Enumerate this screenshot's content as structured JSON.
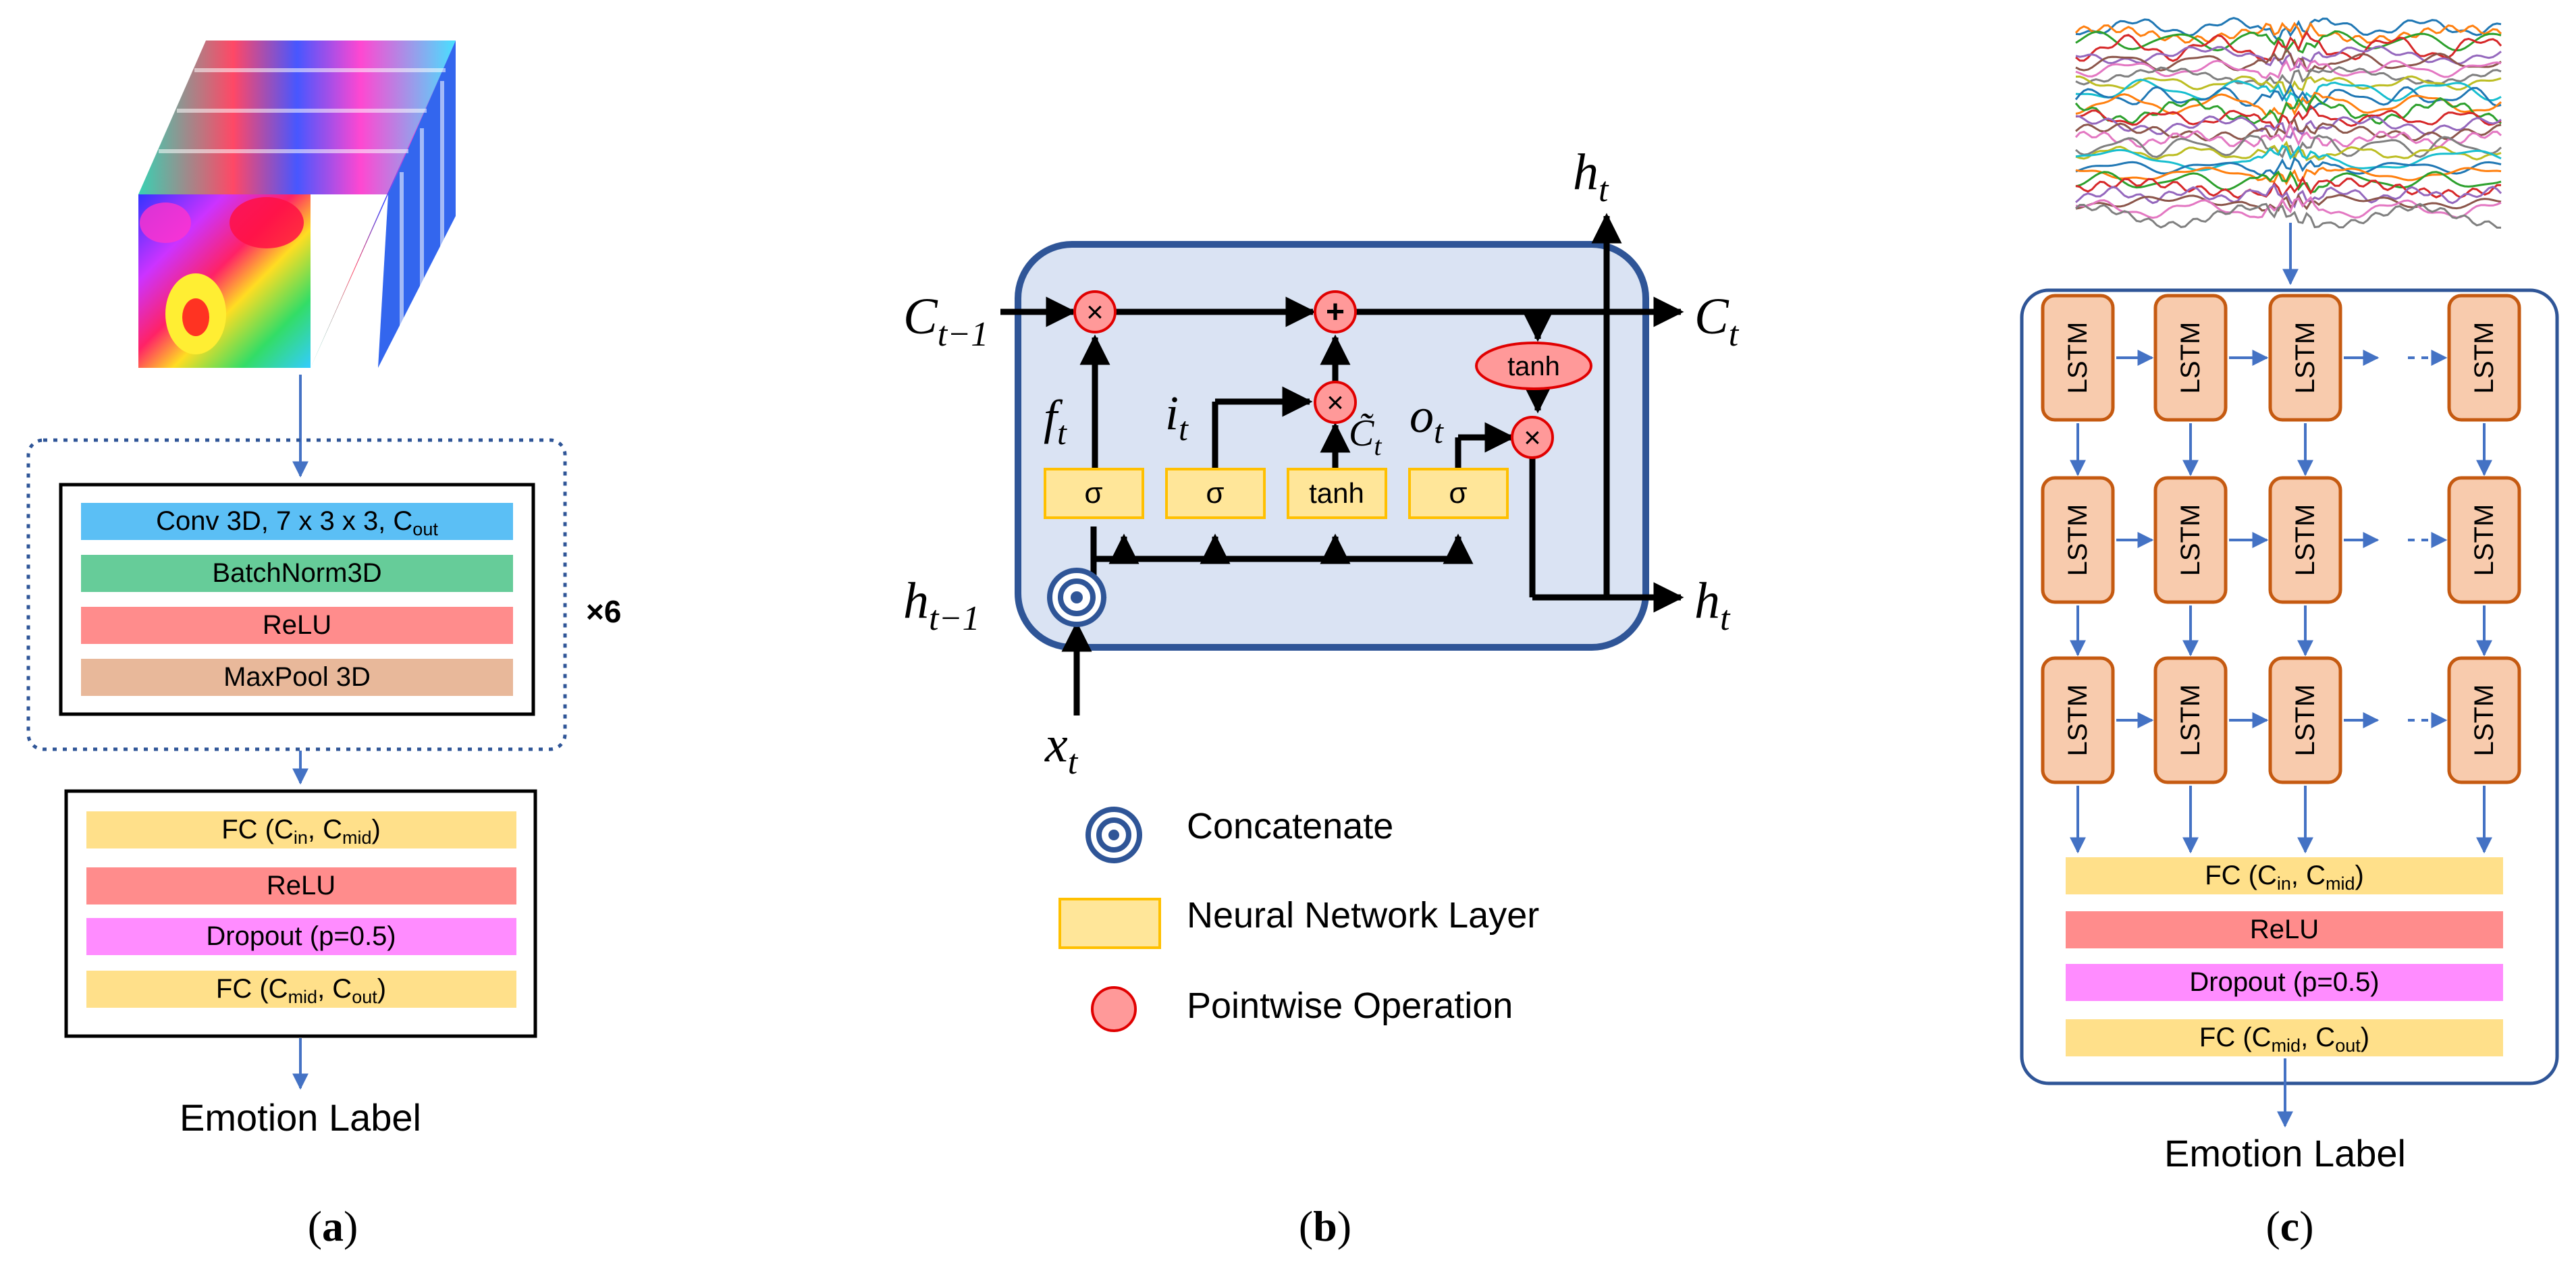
{
  "panel_a": {
    "block1": {
      "conv": "Conv 3D, 7 x 3 x 3, C",
      "conv_sub": "out",
      "batchnorm": "BatchNorm3D",
      "relu": "ReLU",
      "maxpool": "MaxPool  3D"
    },
    "repeat": "×6",
    "block2": {
      "fc1": "FC (C",
      "fc1_sub1": "in",
      "fc1_mid": ", C",
      "fc1_sub2": "mid",
      "fc1_end": ")",
      "relu": "ReLU",
      "dropout": "Dropout (p=0.5)",
      "fc2": "FC (C",
      "fc2_sub1": "mid",
      "fc2_mid": ",  C",
      "fc2_sub2": "out",
      "fc2_end": ")"
    },
    "output": "Emotion Label",
    "caption_open": "(",
    "caption_letter": "a",
    "caption_close": ")"
  },
  "panel_b": {
    "c_prev": "C",
    "c_prev_sub": "t−1",
    "c_t": "C",
    "c_t_sub": "t",
    "h_prev": "h",
    "h_prev_sub": "t−1",
    "h_t_top": "h",
    "h_t_top_sub": "t",
    "h_t_right": "h",
    "h_t_right_sub": "t",
    "x_t": "x",
    "x_t_sub": "t",
    "f_t": "f",
    "f_t_sub": "t",
    "i_t": "i",
    "i_t_sub": "t",
    "o_t": "o",
    "o_t_sub": "t",
    "c_tilde": "C̃",
    "c_tilde_sub": "t",
    "sigma": "σ",
    "tanh": "tanh",
    "times": "×",
    "plus": "+",
    "legend": {
      "concat": "Concatenate",
      "nn_layer": "Neural Network Layer",
      "pointwise": "Pointwise Operation"
    },
    "caption_open": "(",
    "caption_letter": "b",
    "caption_close": ")"
  },
  "panel_c": {
    "lstm": "LSTM",
    "fc1": "FC (C",
    "fc1_sub1": "in",
    "fc1_mid": ", C",
    "fc1_sub2": "mid",
    "fc1_end": ")",
    "relu": "ReLU",
    "dropout": "Dropout (p=0.5)",
    "fc2": "FC (C",
    "fc2_sub1": "mid",
    "fc2_mid": ",  C",
    "fc2_sub2": "out",
    "fc2_end": ")",
    "output": "Emotion Label",
    "caption_open": "(",
    "caption_letter": "c",
    "caption_close": ")"
  },
  "colors": {
    "conv": "#5BBFF5",
    "batchnorm": "#66CC99",
    "relu": "#FF8C8C",
    "maxpool": "#E8B89A",
    "fc": "#FFE08A",
    "dropout": "#FF8CFF",
    "lstm_fill": "#F8CBAD",
    "lstm_stroke": "#C55A11",
    "cell_fill": "#DAE3F3",
    "cell_stroke": "#2F5597",
    "arrow_blue": "#4472C4",
    "pointwise": "#FF9999",
    "pointwise_stroke": "#E00000",
    "gate_fill": "#FFE699",
    "gate_stroke": "#FFC000"
  }
}
